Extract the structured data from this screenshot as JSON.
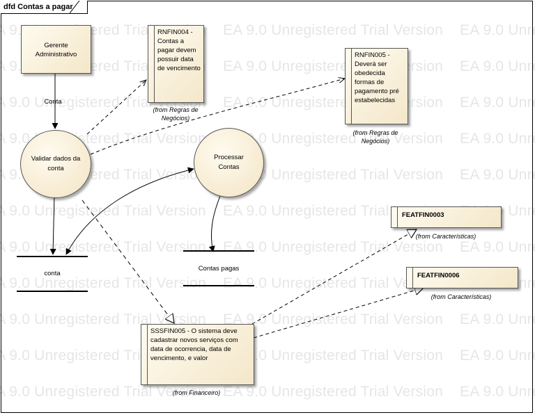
{
  "diagram": {
    "title": "dfd Contas a pagar",
    "watermark_text": "EA 9.0 Unregistered Trial Version",
    "external_entity": {
      "label": "Gerente Administrativo"
    },
    "processes": [
      {
        "id": "validar",
        "label": "Validar dados da conta"
      },
      {
        "id": "processar",
        "label": "Processar Contas"
      }
    ],
    "data_stores": [
      {
        "id": "conta",
        "label": "conta"
      },
      {
        "id": "contas_pagas",
        "label": "Contas pagas"
      }
    ],
    "flows": [
      {
        "label": "Conta"
      }
    ],
    "requirements": [
      {
        "id": "rnfin004",
        "text": "RNFIN004 - Contas a pagar devem possuir data de vencimento",
        "from": "(from Regras de Negócios)"
      },
      {
        "id": "rnfin005",
        "text": "RNFIN005 - Deverá ser obedecida formas de pagamento pré estabelecidas",
        "from": "(from Regras de Negócios)"
      },
      {
        "id": "sssfin005",
        "text": "SSSFIN005 - O sistema deve cadastrar novos serviços com data de ocorrencia, data de vencimento, e valor",
        "from": "(from Financeiro)"
      }
    ],
    "features": [
      {
        "id": "featfin0003",
        "label": "FEATFIN0003",
        "from": "(from Características)"
      },
      {
        "id": "featfin0006",
        "label": "FEATFIN0006",
        "from": "(from Características)"
      }
    ]
  }
}
